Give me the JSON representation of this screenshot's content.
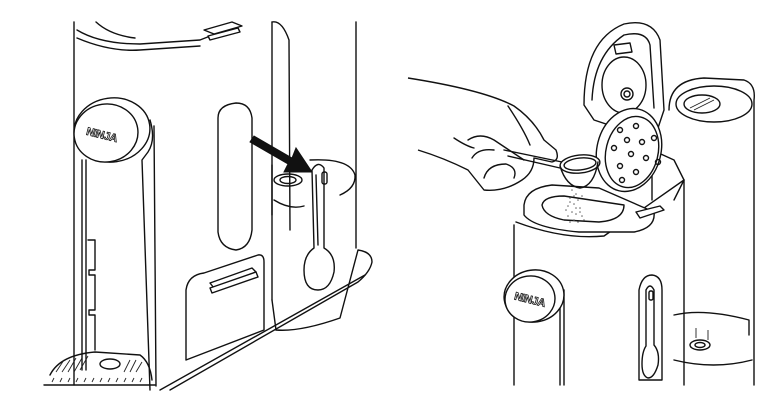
{
  "figure": {
    "type": "instruction-illustration",
    "style": "black line art on white",
    "colors": {
      "line": "#111111",
      "background": "#ffffff"
    }
  },
  "panels": [
    {
      "id": "left",
      "description": "Coffee maker side view with arrow pointing to scoop stored in holder",
      "brand_label": "NINJA",
      "elements": [
        "brand-badge",
        "water-window",
        "arrow",
        "scoop-holder",
        "scoop",
        "drip-tray",
        "base"
      ]
    },
    {
      "id": "right",
      "description": "Hand pouring ground coffee from scoop into open brew basket",
      "brand_label": "NINJA",
      "elements": [
        "hand",
        "scoop",
        "coffee-grounds",
        "open-lid",
        "shower-head",
        "brew-basket",
        "brand-badge",
        "water-reservoir"
      ]
    }
  ]
}
